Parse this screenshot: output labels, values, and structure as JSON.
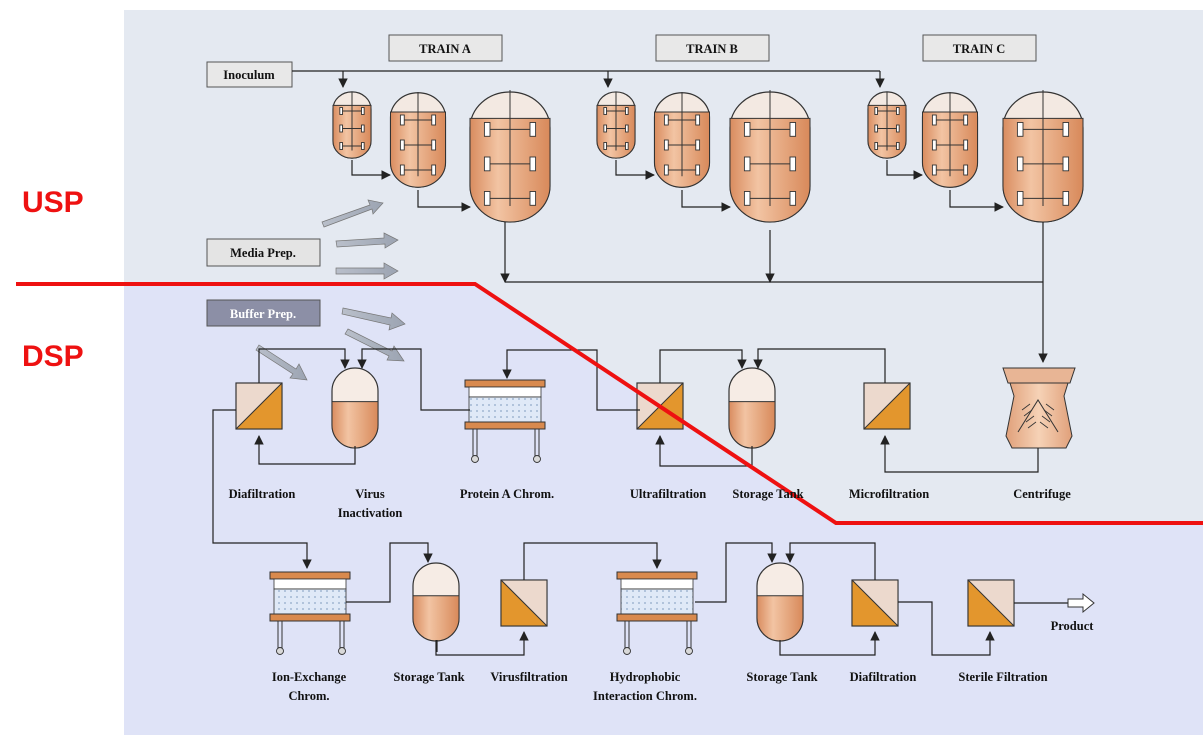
{
  "sections": {
    "usp": "USP",
    "dsp": "DSP"
  },
  "trains": [
    "TRAIN A",
    "TRAIN B",
    "TRAIN C"
  ],
  "prep_boxes": {
    "inoculum": "Inoculum",
    "media_prep": "Media Prep.",
    "buffer_prep": "Buffer Prep."
  },
  "upper_labels": {
    "diafiltration": "Diafiltration",
    "virus_inactivation_1": "Virus",
    "virus_inactivation_2": "Inactivation",
    "protein_a": "Protein A Chrom.",
    "ultrafiltration": "Ultrafiltration",
    "storage_tank": "Storage Tank",
    "microfiltration": "Microfiltration",
    "centrifuge": "Centrifuge"
  },
  "lower_labels": {
    "ion_exchange_1": "Ion-Exchange",
    "ion_exchange_2": "Chrom.",
    "storage_tank": "Storage Tank",
    "virusfiltration": "Virusfiltration",
    "hydrophobic_1": "Hydrophobic",
    "hydrophobic_2": "Interaction Chrom.",
    "storage_tank_2": "Storage Tank",
    "diafiltration": "Diafiltration",
    "sterile_filtration": "Sterile Filtration",
    "product": "Product"
  },
  "colors": {
    "usp_bg": "#e4e9f1",
    "dsp_bg": "#dfe3f7",
    "vessel_fill": "#e9a67a",
    "vessel_light": "#f6e6da",
    "filter_dark": "#e3962d",
    "filter_light": "#ecd9cd",
    "divider": "#ee1111"
  }
}
